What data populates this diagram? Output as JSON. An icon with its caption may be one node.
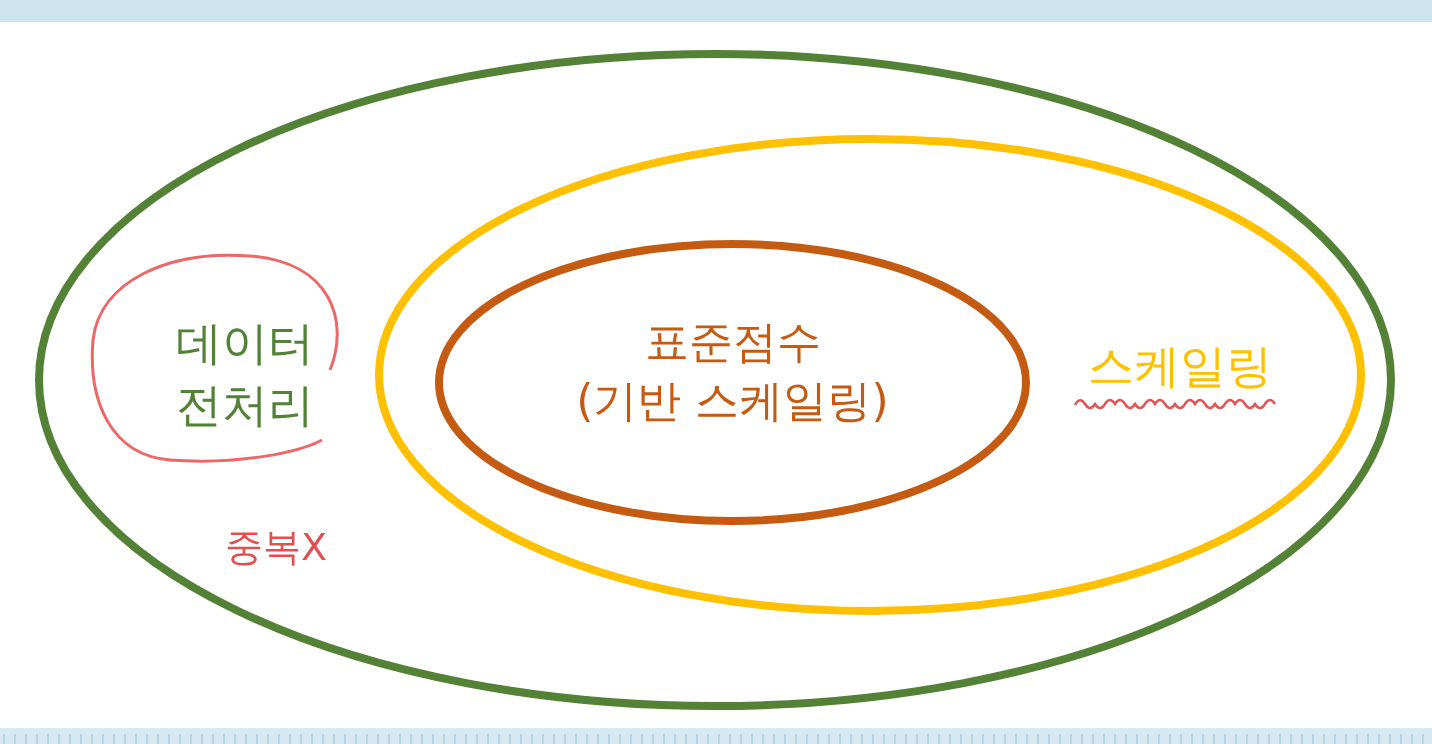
{
  "diagram": {
    "nodes": [
      {
        "text": [
          "데이터 전처리"
        ]
      },
      {
        "text": [
          "스케일링"
        ],
        "in": 0
      },
      {
        "text": [
          "표준점수 (기반 스케일링)"
        ],
        "in": 1
      }
    ],
    "labels": [
      "중복X"
    ]
  }
}
